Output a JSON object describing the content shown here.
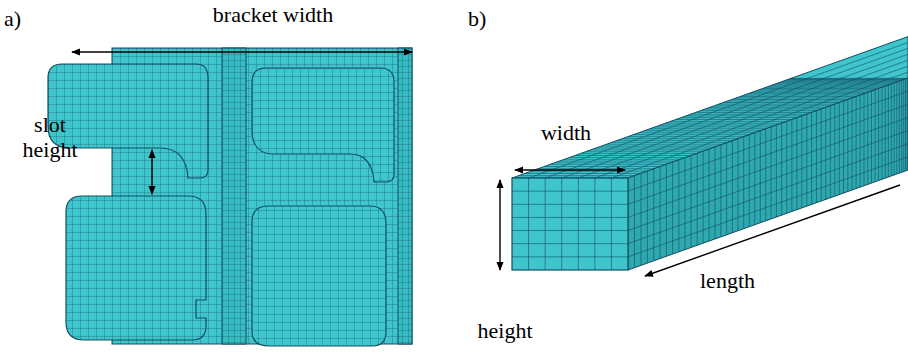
{
  "diagram": {
    "labels": [
      "a)",
      "bracket width",
      "slot height",
      "b)",
      "width",
      "height",
      "length"
    ]
  }
}
